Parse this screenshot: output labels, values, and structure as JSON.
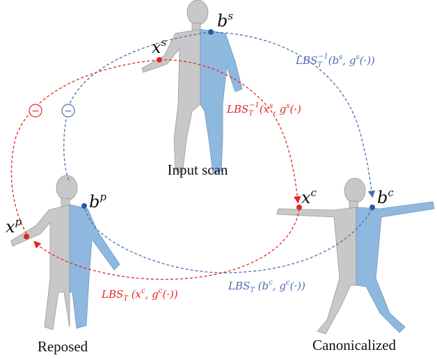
{
  "captions": {
    "input": "Input scan",
    "reposed": "Reposed",
    "canonicalized": "Canonicalized"
  },
  "points": {
    "bs": {
      "base": "b",
      "sup": "s"
    },
    "xs": {
      "base": "x",
      "sup": "s"
    },
    "bp": {
      "base": "b",
      "sup": "p"
    },
    "xp": {
      "base": "x",
      "sup": "p"
    },
    "xc": {
      "base": "x",
      "sup": "c"
    },
    "bc": {
      "base": "b",
      "sup": "c"
    }
  },
  "formulas": {
    "inv_blue": {
      "name": "LBS",
      "sub": "T",
      "sup": "−1",
      "args": "(b",
      "args_sup": "s",
      "args_mid": ", g",
      "args_sup2": "s",
      "args_end": "(·))"
    },
    "inv_red": {
      "name": "LBS",
      "sub": "T",
      "sup": "−1",
      "args": "(x",
      "args_sup": "s",
      "args_mid": ", g",
      "args_sup2": "s",
      "args_end": "(·)"
    },
    "fwd_blue": {
      "name": "LBS",
      "sub": "T",
      "args": " (b",
      "args_sup": "c",
      "args_mid": ", g",
      "args_sup2": "c",
      "args_end": "(·))"
    },
    "fwd_red": {
      "name": "LBS",
      "sub": "T",
      "args": " (x",
      "args_sup": "c",
      "args_mid": ", g",
      "args_sup2": "c",
      "args_end": "(·))"
    }
  },
  "minus_symbol": "−",
  "colors": {
    "red": "#e8231f",
    "blue": "#4a6cb0",
    "mesh_gray": "#c9c9c9",
    "mesh_blue": "#8fb8de"
  }
}
